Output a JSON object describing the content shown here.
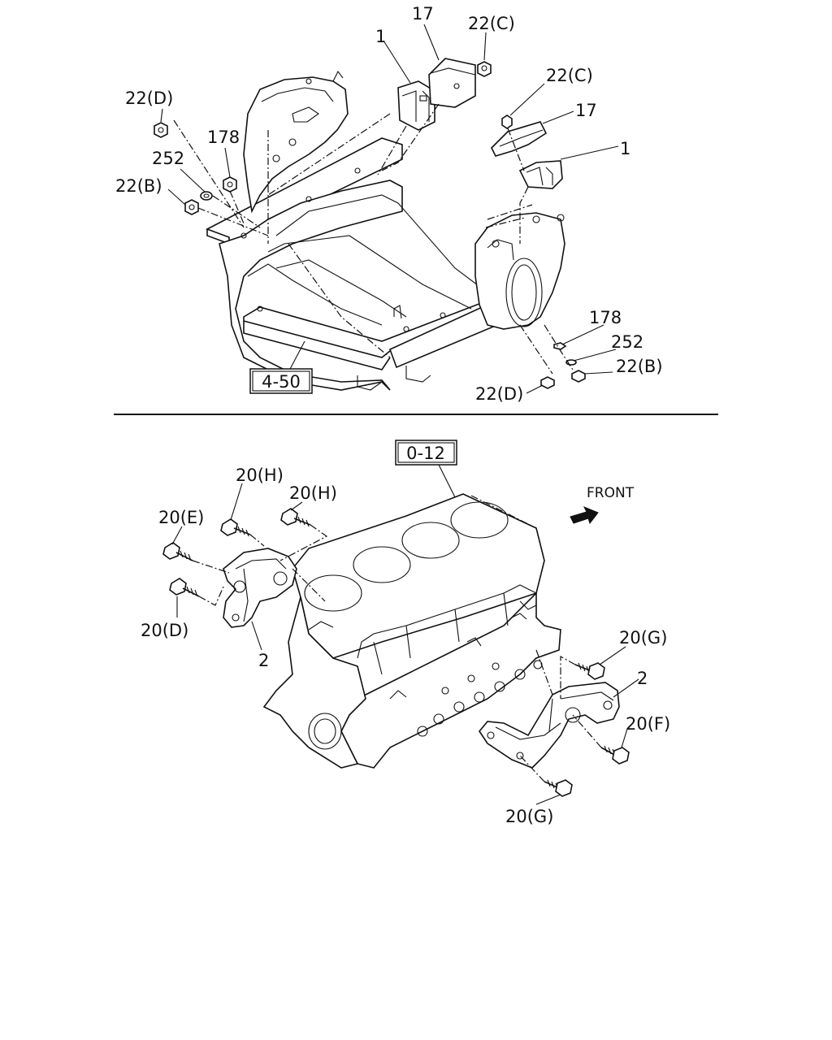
{
  "top_section": {
    "ref_box": "4-50",
    "labels": {
      "l17_top": "17",
      "l22c_top": "22(C)",
      "l1_top": "1",
      "l22c_right": "22(C)",
      "l17_right": "17",
      "l1_right": "1",
      "l22d_left": "22(D)",
      "l178_left": "178",
      "l252_left": "252",
      "l22b_left": "22(B)",
      "l178_right": "178",
      "l252_right": "252",
      "l22b_right": "22(B)",
      "l22d_right": "22(D)"
    }
  },
  "bottom_section": {
    "ref_box": "0-12",
    "front_label": "FRONT",
    "labels": {
      "l20h_a": "20(H)",
      "l20h_b": "20(H)",
      "l20e": "20(E)",
      "l20d": "20(D)",
      "l2_left": "2",
      "l20g_top": "20(G)",
      "l2_right": "2",
      "l20f": "20(F)",
      "l20g_bottom": "20(G)"
    }
  },
  "colors": {
    "line": "#111111",
    "background": "#ffffff"
  }
}
